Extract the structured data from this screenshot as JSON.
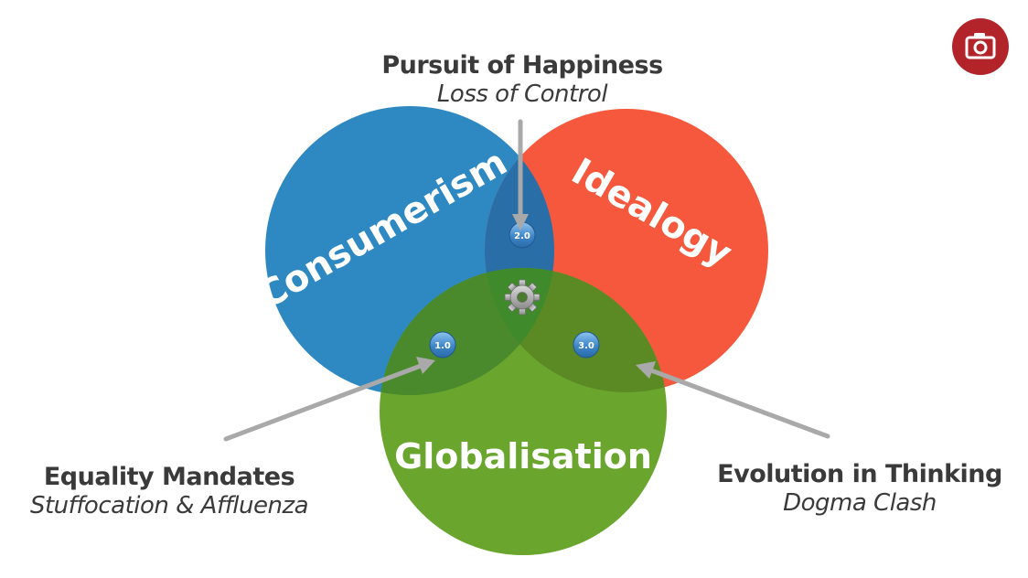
{
  "circles": [
    {
      "name": "Consumerism",
      "color": "#2e88c2"
    },
    {
      "name": "Idealogy",
      "color": "#f5583c"
    },
    {
      "name": "Globalisation",
      "color": "#6aa52e"
    }
  ],
  "badges": {
    "top": "2.0",
    "left": "1.0",
    "right": "3.0",
    "center_icon": "gear-icon"
  },
  "annotations": {
    "top": {
      "title": "Pursuit of Happiness",
      "subtitle": "Loss of Control"
    },
    "left": {
      "title": "Equality Mandates",
      "subtitle": "Stuffocation & Affluenza"
    },
    "right": {
      "title": "Evolution in Thinking",
      "subtitle": "Dogma Clash"
    }
  },
  "camera_button": {
    "icon": "camera-icon",
    "color": "#b3232a"
  }
}
